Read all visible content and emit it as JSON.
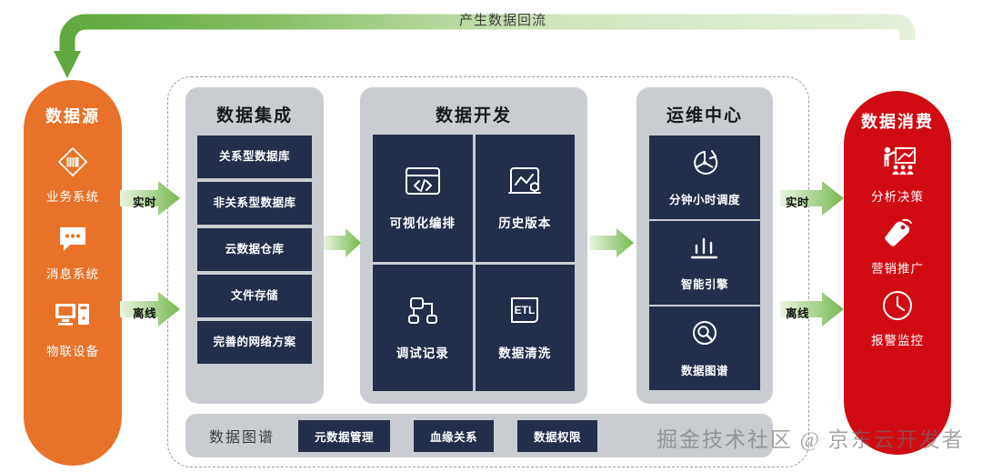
{
  "feedback": {
    "label": "产生数据回流"
  },
  "colors": {
    "orange": "#E8722A",
    "red": "#D10B12",
    "navy": "#232E4A",
    "panel_gray": "#C9CDD1",
    "arrow_green_dark": "#6FB24A",
    "arrow_green_light": "#D9EDC8"
  },
  "source": {
    "title": "数据源",
    "items": [
      {
        "icon": "business-system-icon",
        "label": "业务系统"
      },
      {
        "icon": "message-bubble-icon",
        "label": "消息系统"
      },
      {
        "icon": "iot-device-icon",
        "label": "物联设备"
      }
    ]
  },
  "consumption": {
    "title": "数据消费",
    "items": [
      {
        "icon": "presentation-board-icon",
        "label": "分析决策"
      },
      {
        "icon": "price-tag-icon",
        "label": "营销推广"
      },
      {
        "icon": "clock-icon",
        "label": "报警监控"
      }
    ]
  },
  "integration": {
    "title": "数据集成",
    "items": [
      "关系型数据库",
      "非关系型数据库",
      "云数据仓库",
      "文件存储",
      "完善的网络方案"
    ]
  },
  "development": {
    "title": "数据开发",
    "cells": [
      {
        "icon": "code-window-icon",
        "label": "可视化编排"
      },
      {
        "icon": "history-chart-icon",
        "label": "历史版本"
      },
      {
        "icon": "flow-nodes-icon",
        "label": "调试记录"
      },
      {
        "icon": "etl-icon",
        "label": "数据清洗"
      }
    ]
  },
  "ops": {
    "title": "运维中心",
    "cells": [
      {
        "icon": "schedule-pie-icon",
        "label": "分钟小时调度"
      },
      {
        "icon": "bar-chart-icon",
        "label": "智能引擎"
      },
      {
        "icon": "search-circle-icon",
        "label": "数据图谱"
      }
    ]
  },
  "graph": {
    "label": "数据图谱",
    "chips": [
      "元数据管理",
      "血缘关系",
      "数据权限"
    ]
  },
  "connectors": {
    "source_realtime": "实时",
    "source_offline": "离线",
    "consume_realtime": "实时",
    "consume_offline": "离线"
  },
  "watermark": {
    "text": "掘金技术社区 @ 京东云开发者"
  }
}
